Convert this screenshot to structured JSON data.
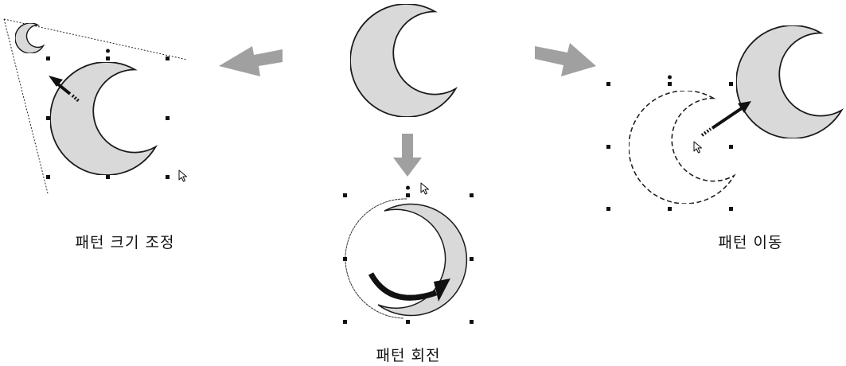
{
  "captions": {
    "resize": "패턴 크기 조정",
    "rotate": "패턴 회전",
    "move": "패턴 이동"
  },
  "colors": {
    "moon_fill": "#d9d9d9",
    "arrow_gray": "#a0a0a0",
    "outline": "#1a1a1a",
    "handle": "#111111"
  },
  "icons": {
    "moon": "crescent-moon-icon",
    "block_arrow": "thick-gray-arrow-icon",
    "cursor": "mouse-pointer-icon",
    "handle": "square-selection-handle"
  }
}
